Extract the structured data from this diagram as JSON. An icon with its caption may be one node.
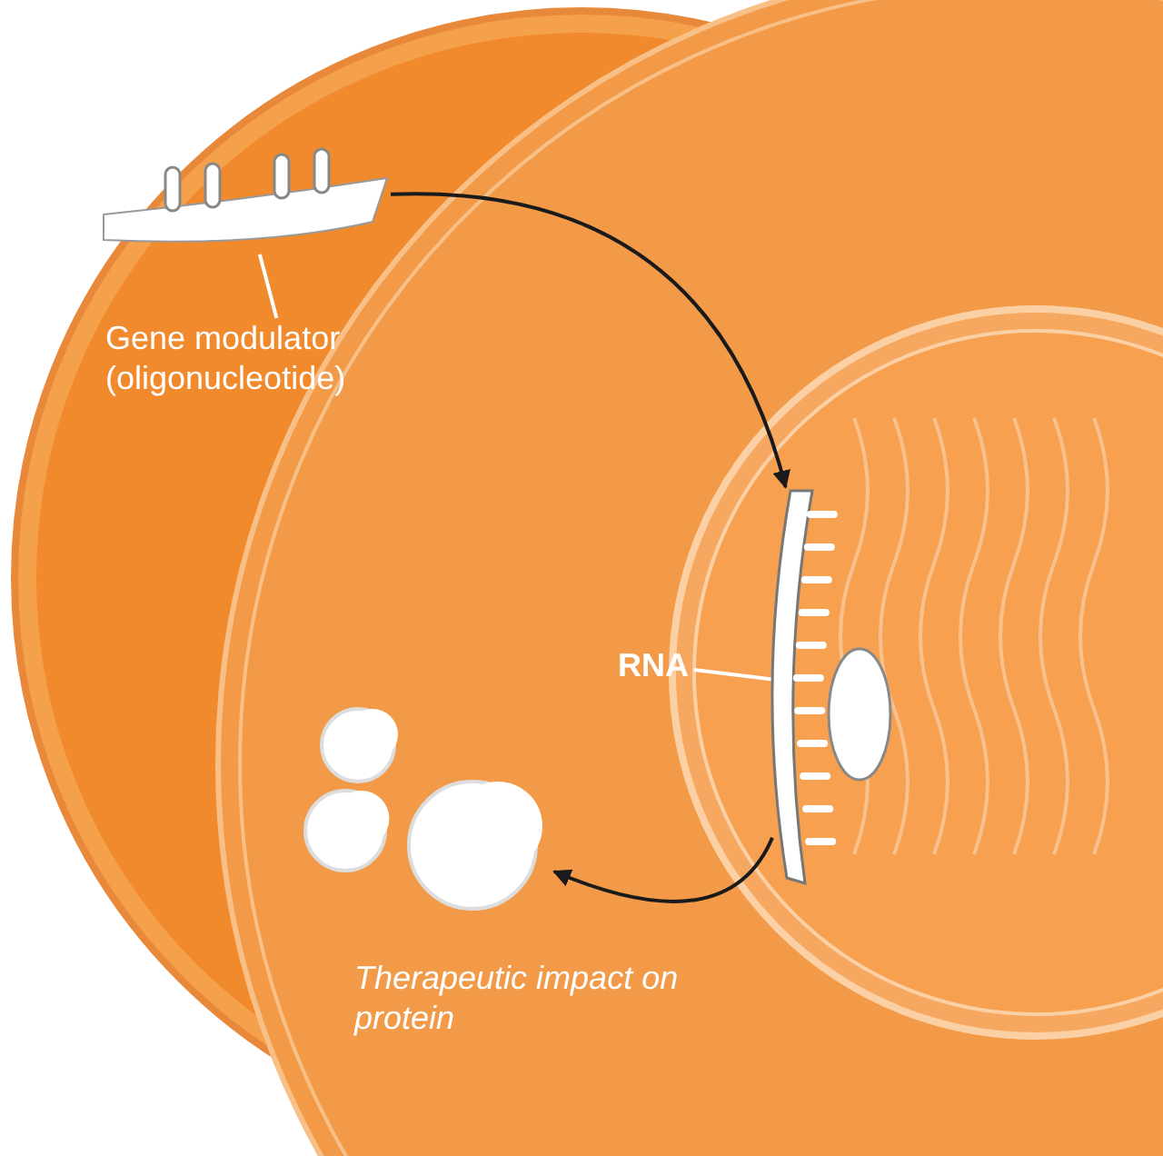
{
  "diagram": {
    "nodes": [
      {
        "text": [
          "Gene modulator (oligonucleotide)"
        ]
      },
      {
        "text": [],
        "shape": "picture"
      },
      {
        "text": [
          "RNA"
        ]
      },
      {
        "text": [],
        "shape": "picture"
      },
      {
        "text": [],
        "shape": "picture"
      },
      {
        "text": [
          "Therapeutic impact on protein"
        ]
      }
    ],
    "edges": [
      {
        "from": 0,
        "to": 1,
        "arrow": "none",
        "color": "#ffffff"
      },
      {
        "from": 2,
        "to": 3,
        "arrow": "none",
        "color": "#ffffff"
      },
      {
        "from": 1,
        "to": 3,
        "arrow": "to",
        "color": "#1a1a1a"
      },
      {
        "from": 3,
        "to": 4,
        "arrow": "to",
        "color": "#1a1a1a"
      }
    ]
  }
}
